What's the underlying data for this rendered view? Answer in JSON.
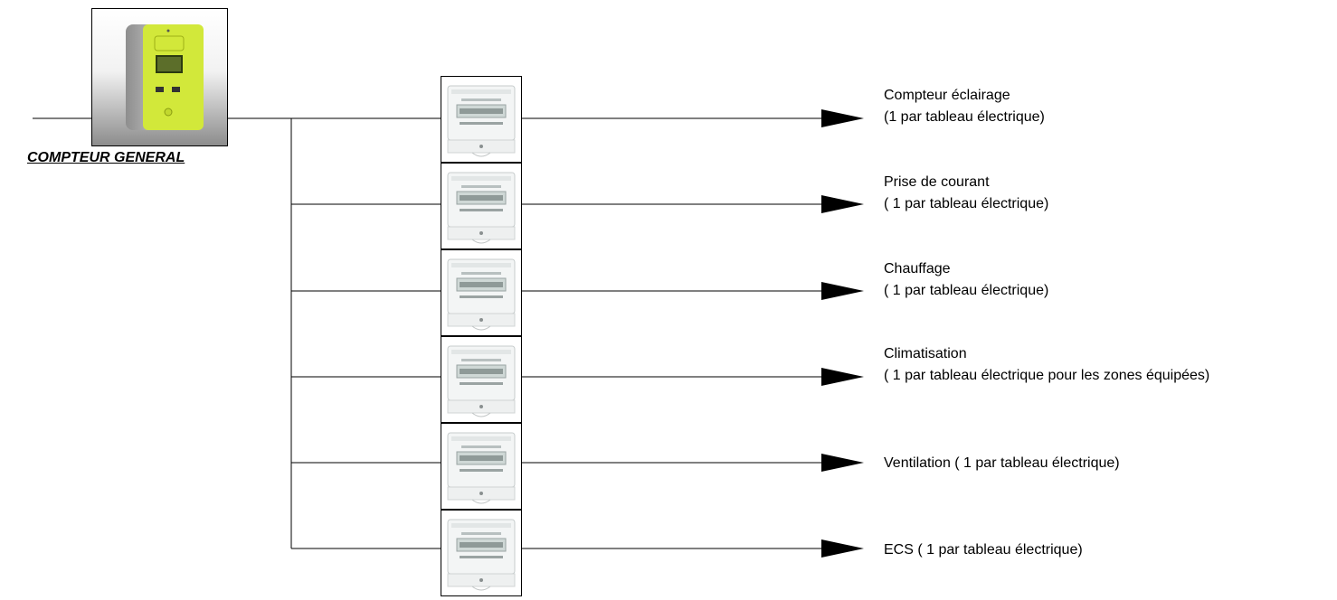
{
  "main_meter": {
    "label": "COMPTEUR GENERAL",
    "icon": "electric-meter-icon",
    "body_color": "#d2e83a",
    "case_color": "#b8b8b8"
  },
  "sub_meter": {
    "icon": "sub-meter-icon"
  },
  "circuits": [
    {
      "line1": "Compteur éclairage",
      "line2": "(1 par tableau électrique)"
    },
    {
      "line1": "Prise de courant",
      "line2": "( 1 par tableau électrique)"
    },
    {
      "line1": "Chauffage",
      "line2": "( 1 par tableau électrique)"
    },
    {
      "line1": "Climatisation",
      "line2": "( 1 par tableau électrique pour les zones équipées)"
    },
    {
      "line1": "Ventilation ( 1 par tableau électrique)",
      "line2": ""
    },
    {
      "line1": "ECS ( 1 par tableau électrique)",
      "line2": ""
    }
  ]
}
